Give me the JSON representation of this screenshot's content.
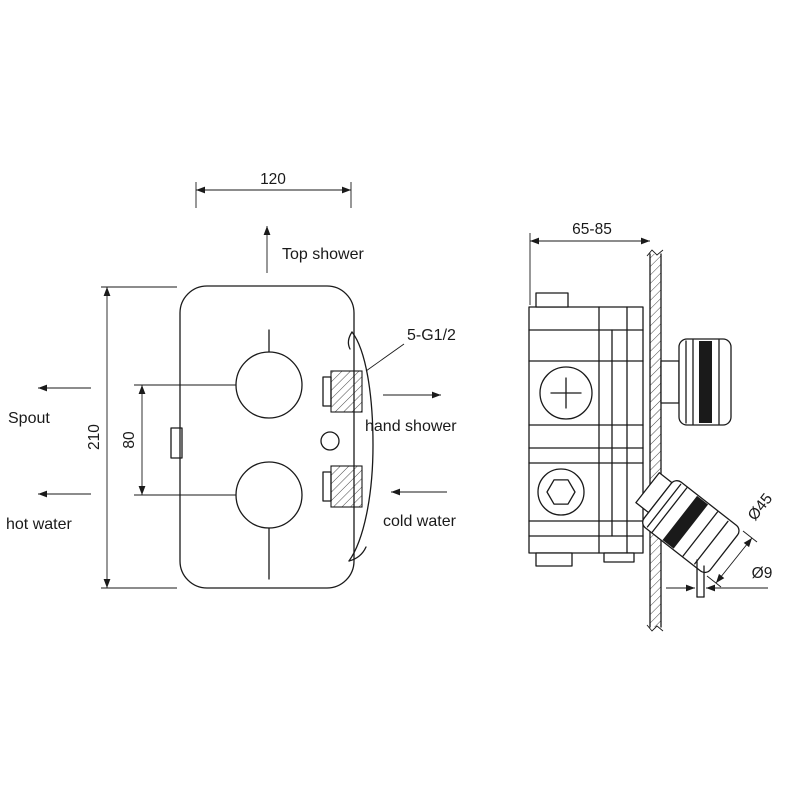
{
  "drawing": {
    "front_view": {
      "dims": {
        "width": "120",
        "height": "210",
        "handle_spacing": "80"
      },
      "labels": {
        "top_shower": "Top shower",
        "spout": "Spout",
        "hot_water": "hot water",
        "hand_shower": "hand shower",
        "cold_water": "cold water",
        "thread": "5-G1/2"
      }
    },
    "side_view": {
      "dims": {
        "depth": "65-85",
        "knob_diameter": "Ø45",
        "stem_diameter": "Ø9"
      }
    },
    "colors": {
      "line": "#1a1a1a",
      "background": "#ffffff"
    }
  }
}
